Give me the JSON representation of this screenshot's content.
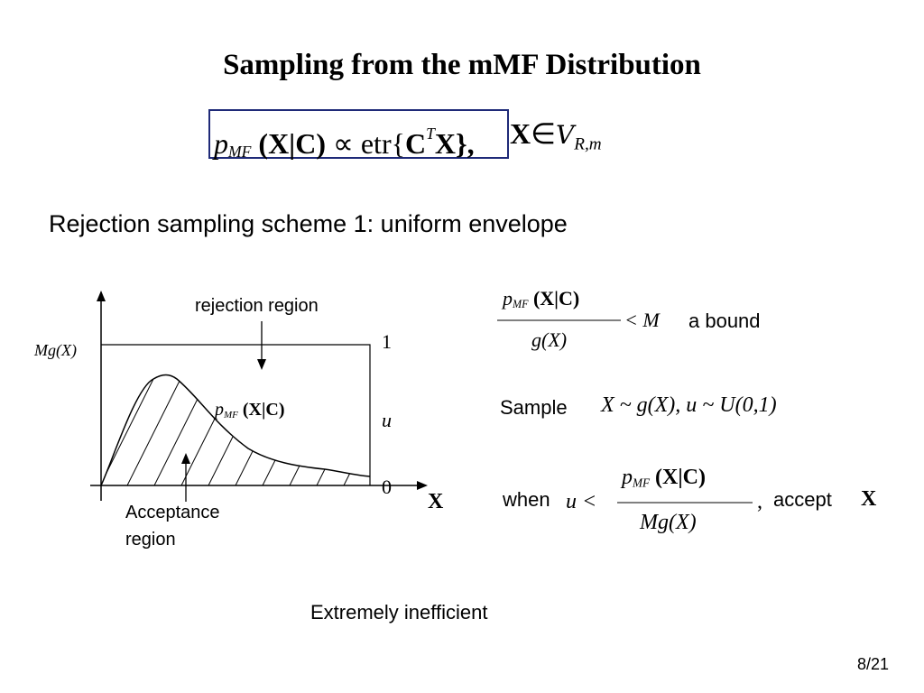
{
  "slide": {
    "title": "Sampling from the mMF Distribution",
    "heading": "Rejection sampling scheme 1: uniform envelope",
    "footer": "Extremely inefficient",
    "page_number": "8/21"
  },
  "main_equation": {
    "p": "p",
    "p_sub": "MF",
    "args": "(X|C)",
    "prop": "∝",
    "etr": "etr{",
    "C": "C",
    "T": "T",
    "X_close": "X},",
    "X": "X",
    "in": "∈",
    "set": "V",
    "set_sub": "R,m"
  },
  "plot": {
    "rejection_label": "rejection region",
    "acceptance_label_line1": "Acceptance",
    "acceptance_label_line2": "region",
    "mg_label": "Mg(X)",
    "p_label": "p",
    "p_label_sub": "MF",
    "p_label_args": "(X|C)",
    "tick_one": "1",
    "tick_u": "u",
    "tick_zero": "0",
    "x_axis": "X"
  },
  "right_panel": {
    "frac1_num_p": "p",
    "frac1_num_sub": "MF",
    "frac1_num_args": "(X|C)",
    "frac1_den": "g(X)",
    "frac1_rel": "< M",
    "bound_text": "a bound",
    "sample_label": "Sample",
    "sample_eq": "X ~ g(X), u ~ U(0,1)",
    "when_label": "when",
    "frac2_lhs": "u <",
    "frac2_num_p": "p",
    "frac2_num_sub": "MF",
    "frac2_num_args": "(X|C)",
    "frac2_den": "Mg(X)",
    "frac2_comma": ",",
    "accept_label": "accept",
    "accept_x": "X"
  }
}
